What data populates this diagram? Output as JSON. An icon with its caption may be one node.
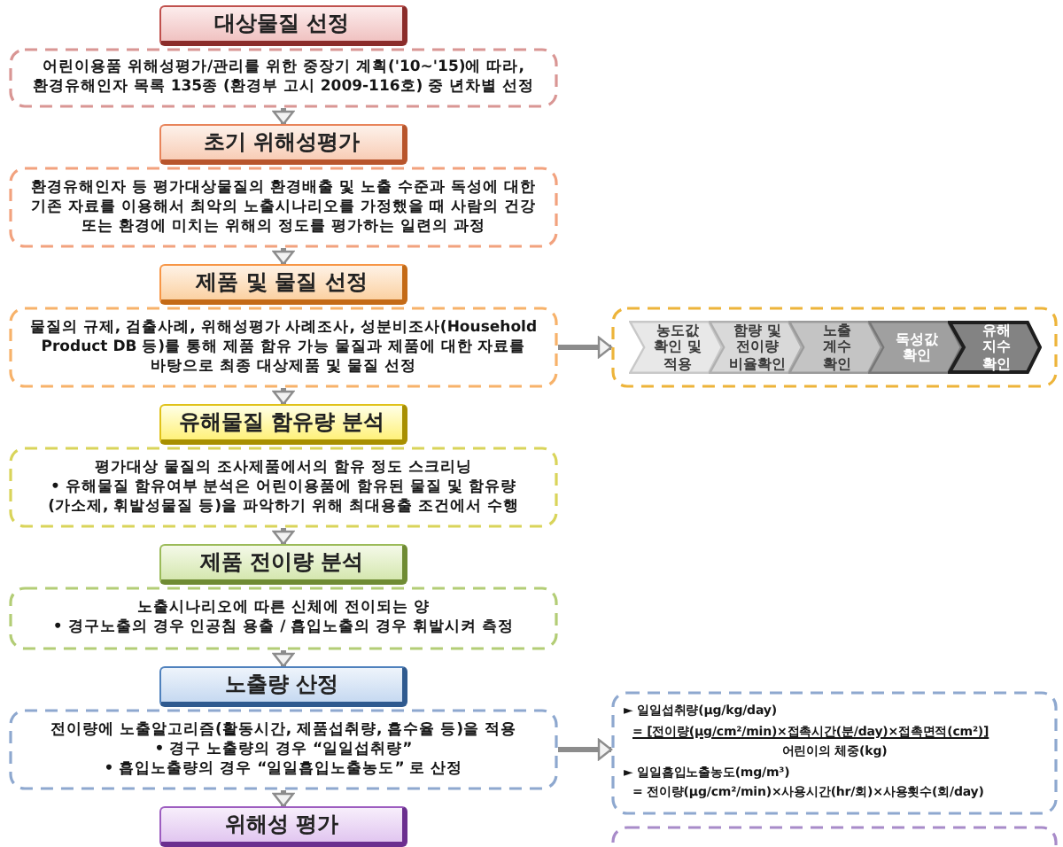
{
  "diagram": {
    "nodes": [
      {
        "text": [
          "대상물질 선정"
        ]
      },
      {
        "text": [
          "어린이용품 위해성평가/관리를 위한 중장기 계획('10~'15)에 따라, 환경유해인자 목록 135종 (환경부 고시 2009-116호) 중 년차별 선정"
        ]
      },
      {
        "text": [
          "초기 위해성평가"
        ]
      },
      {
        "text": [
          "환경유해인자 등 평가대상물질의 환경배출 및 노출 수준과 독성에 대한 기존 자료를 이용해서 최악의 노출시나리오를 가정했을 때 사람의 건강 또는 환경에 미치는 위해의 정도를 평가하는 일련의 과정"
        ]
      },
      {
        "text": [
          "제품 및 물질 선정"
        ]
      },
      {
        "text": [
          "물질의 규제, 검출사례, 위해성평가 사례조사, 성분비조사(Household Product DB 등)를 통해 제품 함유 가능 물질과 제품에 대한 자료를 바탕으로 최종 대상제품 및 물질 선정"
        ]
      },
      {
        "text": [],
        "shape": "box"
      },
      {
        "text": [
          "농도값 확인 및 적용"
        ],
        "in": 6
      },
      {
        "text": [
          "함량 및 전이량 비율확인"
        ],
        "in": 6
      },
      {
        "text": [
          "노출 계수 확인"
        ],
        "in": 6
      },
      {
        "text": [
          "독성값 확인"
        ],
        "in": 6
      },
      {
        "text": [
          "유해 지수 확인"
        ],
        "in": 6
      },
      {
        "text": [
          "유해물질 함유량 분석"
        ]
      },
      {
        "text": [
          "평가대상 물질의 조사제품에서의 함유 정도 스크리닝",
          "• 유해물질 함유여부 분석은 어린이용품에 함유된 물질 및 함유량(가소제, 휘발성물질 등)을 파악하기 위해 최대용출 조건에서 수행"
        ]
      },
      {
        "text": [
          "제품 전이량 분석"
        ]
      },
      {
        "text": [
          "노출시나리오에 따른 신체에 전이되는 양",
          "• 경구노출의 경우 인공침 용출 / 흡입노출의 경우 휘발시켜 측정"
        ]
      },
      {
        "text": [
          "노출량 산정"
        ]
      },
      {
        "text": [
          "전이량에 노출알고리즘(활동시간, 제품섭취량, 흡수율 등)을 적용",
          "• 경구 노출량의 경우 “일일섭취량”",
          "• 흡입노출량의 경우 “일일흡입노출농도” 로 산정"
        ]
      },
      {
        "text": [
          "► 일일섭취량(μg/kg/day)",
          "= [전이량(μg/cm²/min)×접촉시간(분/day)×접촉면적(cm²)]",
          "어린이의 체중(kg)",
          "► 일일흡입노출농도(mg/m³)",
          "= 전이량(μg/cm²/min)×사용시간(hr/회)×사용횟수(회/day)"
        ]
      },
      {
        "text": [
          "위해성 평가"
        ]
      },
      {
        "text": [],
        "shape": "box"
      }
    ],
    "edges": [
      {
        "from": 1,
        "to": 2,
        "arrow": "to"
      },
      {
        "from": 3,
        "to": 4,
        "arrow": "to"
      },
      {
        "from": 5,
        "to": 6,
        "arrow": "to"
      },
      {
        "from": 5,
        "to": 12,
        "arrow": "to"
      },
      {
        "from": 13,
        "to": 14,
        "arrow": "to"
      },
      {
        "from": 15,
        "to": 16,
        "arrow": "to"
      },
      {
        "from": 17,
        "to": 18,
        "arrow": "to"
      },
      {
        "from": 17,
        "to": 19,
        "arrow": "to"
      }
    ]
  }
}
